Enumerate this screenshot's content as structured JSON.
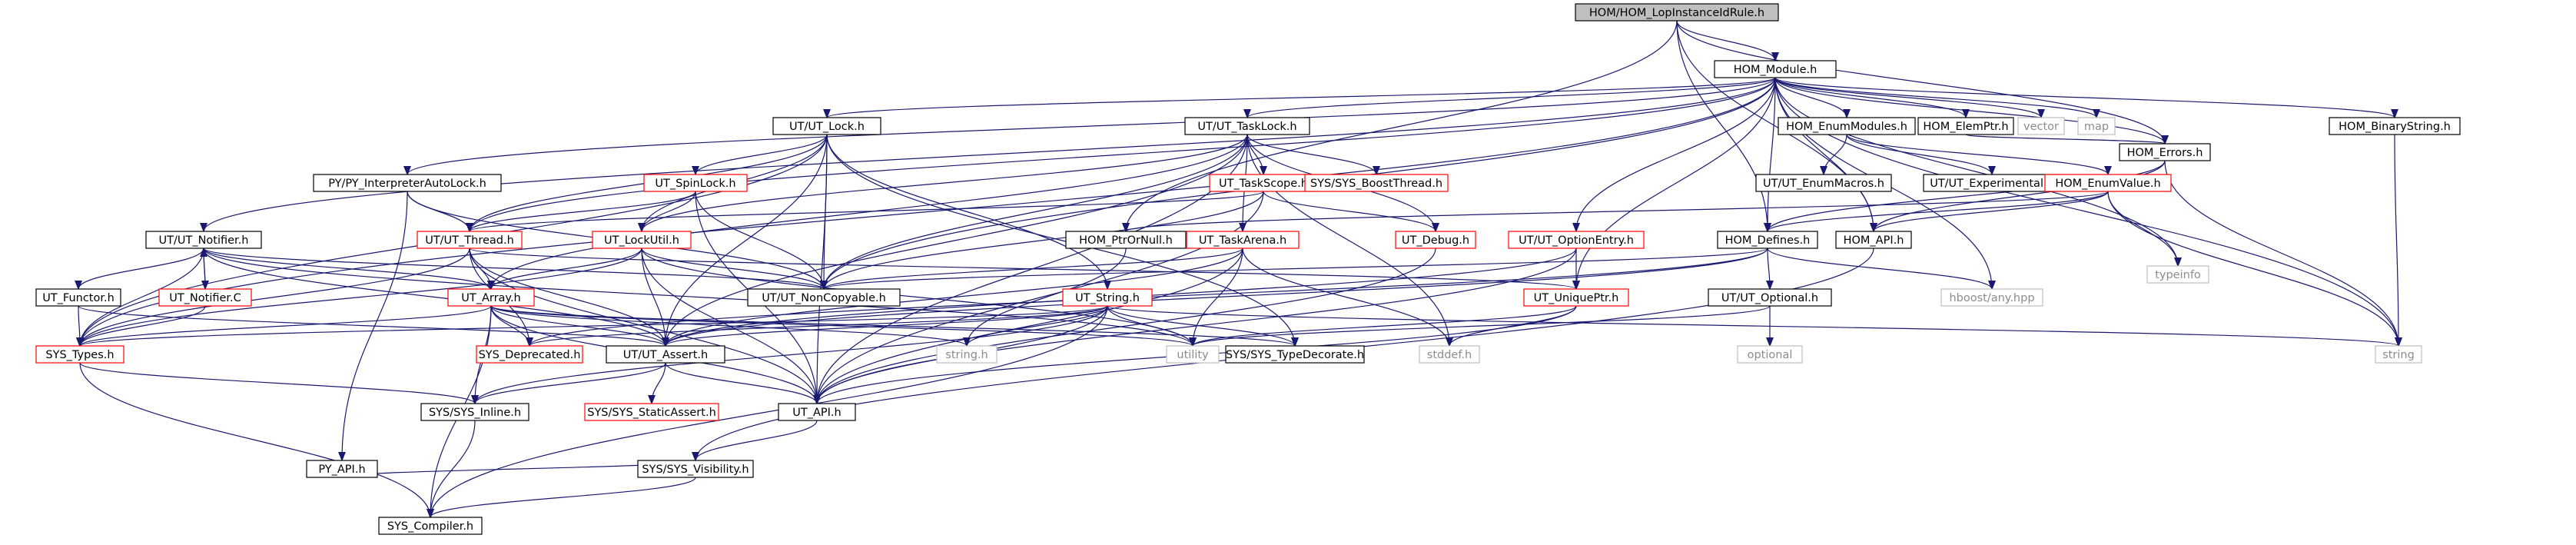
{
  "title": "HOM/HOM_LopInstanceIdRule.h",
  "colors": {
    "border_default": "#000000",
    "border_truncated": "#ff0000",
    "border_external": "#bfbfbf",
    "fill_root": "#bfbfbf",
    "text_default": "#000000",
    "text_external": "#8c8c8c",
    "edge": "#191970"
  },
  "nodes": [
    {
      "id": "lopinst",
      "label": "HOM/HOM_LopInstanceIdRule.h",
      "style": "root"
    },
    {
      "id": "hommodule",
      "label": "HOM_Module.h",
      "style": "default"
    },
    {
      "id": "utlock",
      "label": "UT/UT_Lock.h",
      "style": "default"
    },
    {
      "id": "uttasklock",
      "label": "UT/UT_TaskLock.h",
      "style": "default"
    },
    {
      "id": "homenummodules",
      "label": "HOM_EnumModules.h",
      "style": "default"
    },
    {
      "id": "homelemptr",
      "label": "HOM_ElemPtr.h",
      "style": "default"
    },
    {
      "id": "vector",
      "label": "vector",
      "style": "external"
    },
    {
      "id": "map",
      "label": "map",
      "style": "external"
    },
    {
      "id": "homerrors",
      "label": "HOM_Errors.h",
      "style": "default"
    },
    {
      "id": "hombinstr",
      "label": "HOM_BinaryString.h",
      "style": "default"
    },
    {
      "id": "pyinterp",
      "label": "PY/PY_InterpreterAutoLock.h",
      "style": "default"
    },
    {
      "id": "utspinlock",
      "label": "UT_SpinLock.h",
      "style": "truncated"
    },
    {
      "id": "uttaskscope",
      "label": "UT_TaskScope.h",
      "style": "truncated"
    },
    {
      "id": "sysboost",
      "label": "SYS/SYS_BoostThread.h",
      "style": "truncated"
    },
    {
      "id": "utenummacros",
      "label": "UT/UT_EnumMacros.h",
      "style": "default"
    },
    {
      "id": "utexperimental",
      "label": "UT/UT_Experimental.h",
      "style": "default"
    },
    {
      "id": "homenumvalue",
      "label": "HOM_EnumValue.h",
      "style": "truncated"
    },
    {
      "id": "utnotifier",
      "label": "UT/UT_Notifier.h",
      "style": "default"
    },
    {
      "id": "utthread",
      "label": "UT/UT_Thread.h",
      "style": "truncated"
    },
    {
      "id": "utlockutil",
      "label": "UT_LockUtil.h",
      "style": "truncated"
    },
    {
      "id": "homptrornull",
      "label": "HOM_PtrOrNull.h",
      "style": "default"
    },
    {
      "id": "uttaskarena",
      "label": "UT_TaskArena.h",
      "style": "truncated"
    },
    {
      "id": "utdebug",
      "label": "UT_Debug.h",
      "style": "truncated"
    },
    {
      "id": "utoptionentry",
      "label": "UT/UT_OptionEntry.h",
      "style": "truncated"
    },
    {
      "id": "homdefines",
      "label": "HOM_Defines.h",
      "style": "default"
    },
    {
      "id": "homapi",
      "label": "HOM_API.h",
      "style": "default"
    },
    {
      "id": "typeinfo",
      "label": "typeinfo",
      "style": "external"
    },
    {
      "id": "utfunctor",
      "label": "UT_Functor.h",
      "style": "default"
    },
    {
      "id": "utnotifierc",
      "label": "UT_Notifier.C",
      "style": "truncated"
    },
    {
      "id": "utarray",
      "label": "UT_Array.h",
      "style": "truncated"
    },
    {
      "id": "utnoncopy",
      "label": "UT/UT_NonCopyable.h",
      "style": "default"
    },
    {
      "id": "utstring",
      "label": "UT_String.h",
      "style": "truncated"
    },
    {
      "id": "utuniqueptr",
      "label": "UT_UniquePtr.h",
      "style": "truncated"
    },
    {
      "id": "utoptional",
      "label": "UT/UT_Optional.h",
      "style": "default"
    },
    {
      "id": "hboost",
      "label": "hboost/any.hpp",
      "style": "external"
    },
    {
      "id": "systypes",
      "label": "SYS_Types.h",
      "style": "truncated"
    },
    {
      "id": "sysdeprecated",
      "label": "SYS_Deprecated.h",
      "style": "truncated"
    },
    {
      "id": "utassert",
      "label": "UT/UT_Assert.h",
      "style": "default"
    },
    {
      "id": "stringh",
      "label": "string.h",
      "style": "external"
    },
    {
      "id": "utility",
      "label": "utility",
      "style": "external"
    },
    {
      "id": "systypedecorate",
      "label": "SYS/SYS_TypeDecorate.h",
      "style": "default"
    },
    {
      "id": "stddef",
      "label": "stddef.h",
      "style": "external"
    },
    {
      "id": "optional",
      "label": "optional",
      "style": "external"
    },
    {
      "id": "string",
      "label": "string",
      "style": "external"
    },
    {
      "id": "sysinline",
      "label": "SYS/SYS_Inline.h",
      "style": "default"
    },
    {
      "id": "sysstaticassert",
      "label": "SYS/SYS_StaticAssert.h",
      "style": "truncated"
    },
    {
      "id": "utapi",
      "label": "UT_API.h",
      "style": "default"
    },
    {
      "id": "pyapi",
      "label": "PY_API.h",
      "style": "default"
    },
    {
      "id": "sysvis",
      "label": "SYS/SYS_Visibility.h",
      "style": "default"
    },
    {
      "id": "syscompiler",
      "label": "SYS_Compiler.h",
      "style": "default"
    }
  ],
  "edges": [
    [
      "lopinst",
      "hommodule"
    ],
    [
      "lopinst",
      "homptrornull"
    ],
    [
      "lopinst",
      "homdefines"
    ],
    [
      "lopinst",
      "homerrors"
    ],
    [
      "lopinst",
      "homapi"
    ],
    [
      "hommodule",
      "utlock"
    ],
    [
      "hommodule",
      "uttasklock"
    ],
    [
      "hommodule",
      "homenummodules"
    ],
    [
      "hommodule",
      "homelemptr"
    ],
    [
      "hommodule",
      "vector"
    ],
    [
      "hommodule",
      "map"
    ],
    [
      "hommodule",
      "homerrors"
    ],
    [
      "hommodule",
      "hombinstr"
    ],
    [
      "hommodule",
      "pyinterp"
    ],
    [
      "hommodule",
      "utnotifier"
    ],
    [
      "hommodule",
      "utthread"
    ],
    [
      "hommodule",
      "utoptionentry"
    ],
    [
      "hommodule",
      "homdefines"
    ],
    [
      "hommodule",
      "homapi"
    ],
    [
      "hommodule",
      "typeinfo"
    ],
    [
      "hommodule",
      "hboost"
    ],
    [
      "hommodule",
      "string"
    ],
    [
      "hommodule",
      "utuniqueptr"
    ],
    [
      "hommodule",
      "utnoncopy"
    ],
    [
      "hommodule",
      "systypes"
    ],
    [
      "utlock",
      "utspinlock"
    ],
    [
      "utlock",
      "utlockutil"
    ],
    [
      "utlock",
      "utthread"
    ],
    [
      "utlock",
      "utnoncopy"
    ],
    [
      "utlock",
      "utstring"
    ],
    [
      "utlock",
      "utassert"
    ],
    [
      "utlock",
      "utapi"
    ],
    [
      "utlock",
      "systypes"
    ],
    [
      "utlock",
      "systypedecorate"
    ],
    [
      "uttasklock",
      "uttaskscope"
    ],
    [
      "uttasklock",
      "sysboost"
    ],
    [
      "uttasklock",
      "utlockutil"
    ],
    [
      "uttasklock",
      "uttaskarena"
    ],
    [
      "uttasklock",
      "utdebug"
    ],
    [
      "uttasklock",
      "utnoncopy"
    ],
    [
      "uttasklock",
      "utassert"
    ],
    [
      "uttasklock",
      "utapi"
    ],
    [
      "uttasklock",
      "stddef"
    ],
    [
      "uttasklock",
      "utarray"
    ],
    [
      "homenummodules",
      "utenummacros"
    ],
    [
      "homenummodules",
      "utexperimental"
    ],
    [
      "homenummodules",
      "homenumvalue"
    ],
    [
      "homelemptr",
      "homerrors"
    ],
    [
      "homerrors",
      "homdefines"
    ],
    [
      "homerrors",
      "homapi"
    ],
    [
      "homerrors",
      "string"
    ],
    [
      "hombinstr",
      "string"
    ],
    [
      "pyinterp",
      "utthread"
    ],
    [
      "pyinterp",
      "utnoncopy"
    ],
    [
      "pyinterp",
      "pyapi"
    ],
    [
      "utspinlock",
      "utthread"
    ],
    [
      "utspinlock",
      "utlockutil"
    ],
    [
      "utspinlock",
      "utnoncopy"
    ],
    [
      "utspinlock",
      "utapi"
    ],
    [
      "uttaskscope",
      "utthread"
    ],
    [
      "uttaskscope",
      "utdebug"
    ],
    [
      "uttaskscope",
      "utnoncopy"
    ],
    [
      "uttaskscope",
      "utapi"
    ],
    [
      "homenumvalue",
      "homdefines"
    ],
    [
      "homenumvalue",
      "homapi"
    ],
    [
      "homenumvalue",
      "typeinfo"
    ],
    [
      "homenumvalue",
      "string"
    ],
    [
      "homenumvalue",
      "homptrornull"
    ],
    [
      "utnotifier",
      "utfunctor"
    ],
    [
      "utnotifier",
      "utnotifierc"
    ],
    [
      "utnotifier",
      "utarray"
    ],
    [
      "utnotifier",
      "utnoncopy"
    ],
    [
      "utnotifier",
      "systypes"
    ],
    [
      "utnotifier",
      "utassert"
    ],
    [
      "utnotifier",
      "utility"
    ],
    [
      "utthread",
      "utarray"
    ],
    [
      "utthread",
      "utassert"
    ],
    [
      "utthread",
      "utapi"
    ],
    [
      "utthread",
      "systypes"
    ],
    [
      "utthread",
      "sysdeprecated"
    ],
    [
      "utthread",
      "utuniqueptr"
    ],
    [
      "utlockutil",
      "utarray"
    ],
    [
      "utlockutil",
      "utassert"
    ],
    [
      "utlockutil",
      "utapi"
    ],
    [
      "utlockutil",
      "utnoncopy"
    ],
    [
      "utlockutil",
      "systypes"
    ],
    [
      "utlockutil",
      "utility"
    ],
    [
      "homptrornull",
      "stringh"
    ],
    [
      "uttaskarena",
      "utnoncopy"
    ],
    [
      "uttaskarena",
      "utassert"
    ],
    [
      "uttaskarena",
      "utapi"
    ],
    [
      "uttaskarena",
      "stddef"
    ],
    [
      "uttaskarena",
      "utility"
    ],
    [
      "utdebug",
      "utapi"
    ],
    [
      "utoptionentry",
      "utuniqueptr"
    ],
    [
      "utoptionentry",
      "utapi"
    ],
    [
      "utoptionentry",
      "utassert"
    ],
    [
      "homdefines",
      "utnoncopy"
    ],
    [
      "homdefines",
      "utoptional"
    ],
    [
      "homdefines",
      "hboost"
    ],
    [
      "homdefines",
      "utassert"
    ],
    [
      "homdefines",
      "sysdeprecated"
    ],
    [
      "homapi",
      "sysvis"
    ],
    [
      "utfunctor",
      "systypes"
    ],
    [
      "utfunctor",
      "utassert"
    ],
    [
      "utnotifierc",
      "utnotifier"
    ],
    [
      "utnotifierc",
      "systypes"
    ],
    [
      "utarray",
      "systypes"
    ],
    [
      "utarray",
      "sysdeprecated"
    ],
    [
      "utarray",
      "utassert"
    ],
    [
      "utarray",
      "stringh"
    ],
    [
      "utarray",
      "utility"
    ],
    [
      "utarray",
      "systypedecorate"
    ],
    [
      "utarray",
      "syscompiler"
    ],
    [
      "utarray",
      "sysinline"
    ],
    [
      "utarray",
      "utapi"
    ],
    [
      "utstring",
      "utassert"
    ],
    [
      "utstring",
      "utapi"
    ],
    [
      "utstring",
      "systypes"
    ],
    [
      "utstring",
      "sysdeprecated"
    ],
    [
      "utstring",
      "stringh"
    ],
    [
      "utstring",
      "utility"
    ],
    [
      "utstring",
      "string"
    ],
    [
      "utstring",
      "syscompiler"
    ],
    [
      "utstring",
      "sysinline"
    ],
    [
      "utstring",
      "systypedecorate"
    ],
    [
      "utuniqueptr",
      "utility"
    ],
    [
      "utuniqueptr",
      "stddef"
    ],
    [
      "utuniqueptr",
      "utapi"
    ],
    [
      "utoptional",
      "optional"
    ],
    [
      "utoptional",
      "utility"
    ],
    [
      "systypes",
      "sysinline"
    ],
    [
      "systypes",
      "syscompiler"
    ],
    [
      "utassert",
      "sysstaticassert"
    ],
    [
      "utassert",
      "sysinline"
    ],
    [
      "utassert",
      "utapi"
    ],
    [
      "sysinline",
      "syscompiler"
    ],
    [
      "utapi",
      "sysvis"
    ],
    [
      "pyapi",
      "sysvis"
    ],
    [
      "sysvis",
      "syscompiler"
    ]
  ]
}
